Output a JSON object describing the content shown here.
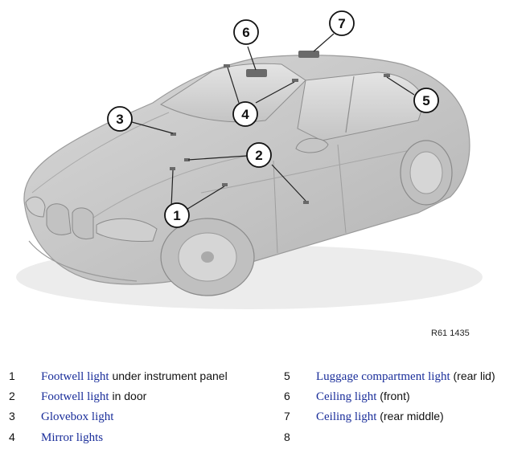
{
  "figure": {
    "id_label": "R61 1435",
    "callouts": [
      "1",
      "2",
      "3",
      "4",
      "5",
      "6",
      "7"
    ]
  },
  "legend": {
    "left": [
      {
        "num": "1",
        "link": "Footwell light",
        "rest": " under instrument panel"
      },
      {
        "num": "2",
        "link": "Footwell light",
        "rest": " in door"
      },
      {
        "num": "3",
        "link": "Glovebox light",
        "rest": ""
      },
      {
        "num": "4",
        "link": "Mirror lights",
        "rest": ""
      }
    ],
    "right": [
      {
        "num": "5",
        "link": "Luggage compartment light",
        "rest": " (rear lid)"
      },
      {
        "num": "6",
        "link": "Ceiling light",
        "rest": " (front)"
      },
      {
        "num": "7",
        "link": "Ceiling light",
        "rest": " (rear middle)"
      },
      {
        "num": "8",
        "link": "",
        "rest": ""
      }
    ]
  }
}
